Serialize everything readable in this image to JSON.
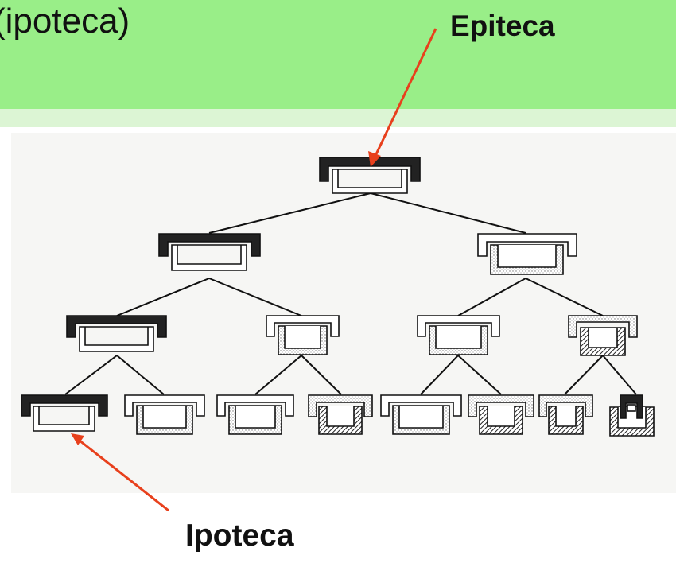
{
  "header": {
    "title_fragment": "(ipoteca)"
  },
  "labels": {
    "epiteca": "Epiteca",
    "ipoteca": "Ipoteca"
  },
  "colors": {
    "banner": "#99ee88",
    "arrow": "#e8401c",
    "epitheca_fill": "#222222",
    "stipple": "#cccccc"
  }
}
